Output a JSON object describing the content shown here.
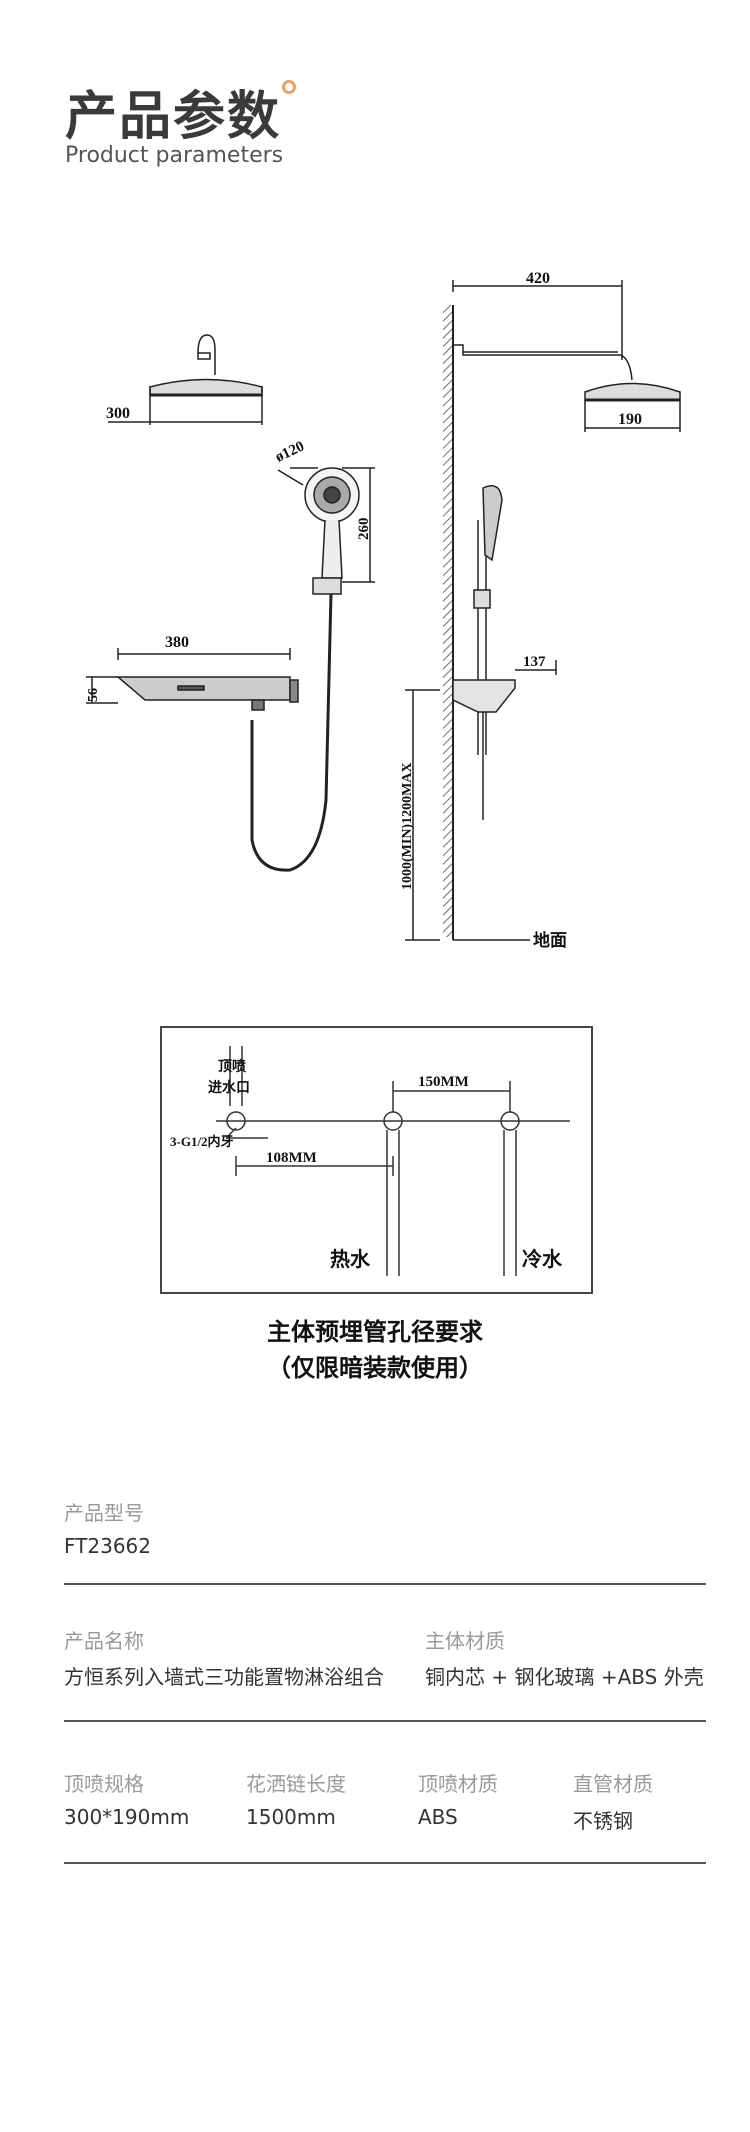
{
  "header": {
    "title": "产品参数",
    "subtitle": "Product parameters",
    "accent_color": "#e9a25f"
  },
  "dimension_drawing": {
    "dim_300": "300",
    "dim_120": "ø120",
    "dim_260": "260",
    "dim_380": "380",
    "dim_56": "56",
    "dim_420": "420",
    "dim_190": "190",
    "dim_137": "137",
    "dim_height": "1000(MIN)1200MAX",
    "floor_label": "地面"
  },
  "pipe_diagram": {
    "top_inlet_label_1": "顶喷",
    "top_inlet_label_2": "进水口",
    "thread_label": "3-G1/2内牙",
    "spacing_150": "150MM",
    "spacing_108": "108MM",
    "hot_water": "热水",
    "cold_water": "冷水",
    "caption_line1": "主体预埋管孔径要求",
    "caption_line2": "（仅限暗装款使用）"
  },
  "specs": {
    "model_label": "产品型号",
    "model_value": "FT23662",
    "name_label": "产品名称",
    "name_value": "方恒系列入墙式三功能置物淋浴组合",
    "material_label": "主体材质",
    "material_value": "铜内芯 + 钢化玻璃 +ABS 外壳",
    "top_spec_label": "顶喷规格",
    "top_spec_value": "300*190mm",
    "hose_label": "花洒链长度",
    "hose_value": "1500mm",
    "top_material_label": "顶喷材质",
    "top_material_value": "ABS",
    "pipe_material_label": "直管材质",
    "pipe_material_value": "不锈钢"
  }
}
